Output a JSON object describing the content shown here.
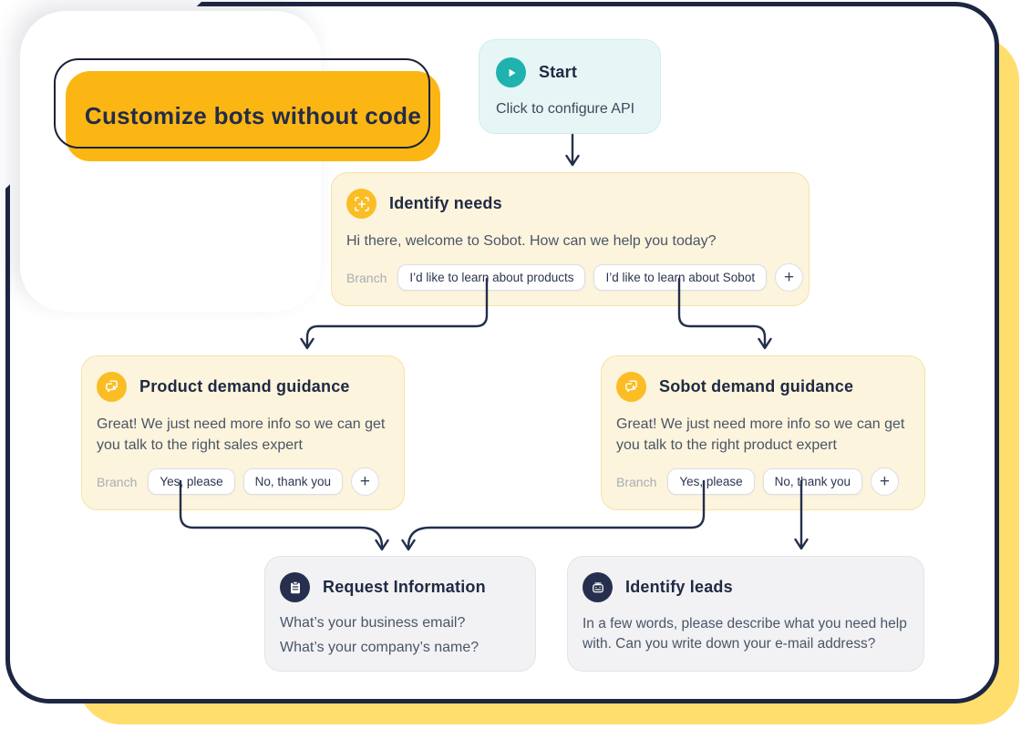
{
  "badge": {
    "label": "Customize bots without code"
  },
  "colors": {
    "accent_yellow": "#FCB614",
    "soft_yellow_sheet": "#FFDE6E",
    "frame_navy": "#1D2642",
    "teal": "#1FB2AE",
    "cream_card": "#FCF4DC",
    "mint_card": "#E6F6F5",
    "gray_card": "#F2F2F4"
  },
  "nodes": {
    "start": {
      "icon": "play-icon",
      "title": "Start",
      "subtitle": "Click to configure API"
    },
    "identify_needs": {
      "icon": "scan-plus-icon",
      "title": "Identify needs",
      "message": "Hi there, welcome to Sobot. How can we help you today?",
      "branch_label": "Branch",
      "branches": [
        "I’d like to learn about products",
        "I’d like to learn about Sobot"
      ],
      "add_label": "+"
    },
    "product_guidance": {
      "icon": "chat-bubbles-icon",
      "title": "Product demand guidance",
      "message": "Great! We just need more info so we can get you talk to the right sales expert",
      "branch_label": "Branch",
      "branches": [
        "Yes, please",
        "No, thank you"
      ],
      "add_label": "+"
    },
    "sobot_guidance": {
      "icon": "chat-bubbles-icon",
      "title": "Sobot demand guidance",
      "message": "Great! We just need more info so we can get you talk to the right product expert",
      "branch_label": "Branch",
      "branches": [
        "Yes, please",
        "No, thank you"
      ],
      "add_label": "+"
    },
    "request_information": {
      "icon": "clipboard-icon",
      "title": "Request Information",
      "lines": [
        "What’s your business email?",
        "What’s your company’s name?"
      ]
    },
    "identify_leads": {
      "icon": "robot-icon",
      "title": "Identify leads",
      "message": "In a few words, please describe what you need help with. Can you write down your e-mail address?"
    }
  }
}
